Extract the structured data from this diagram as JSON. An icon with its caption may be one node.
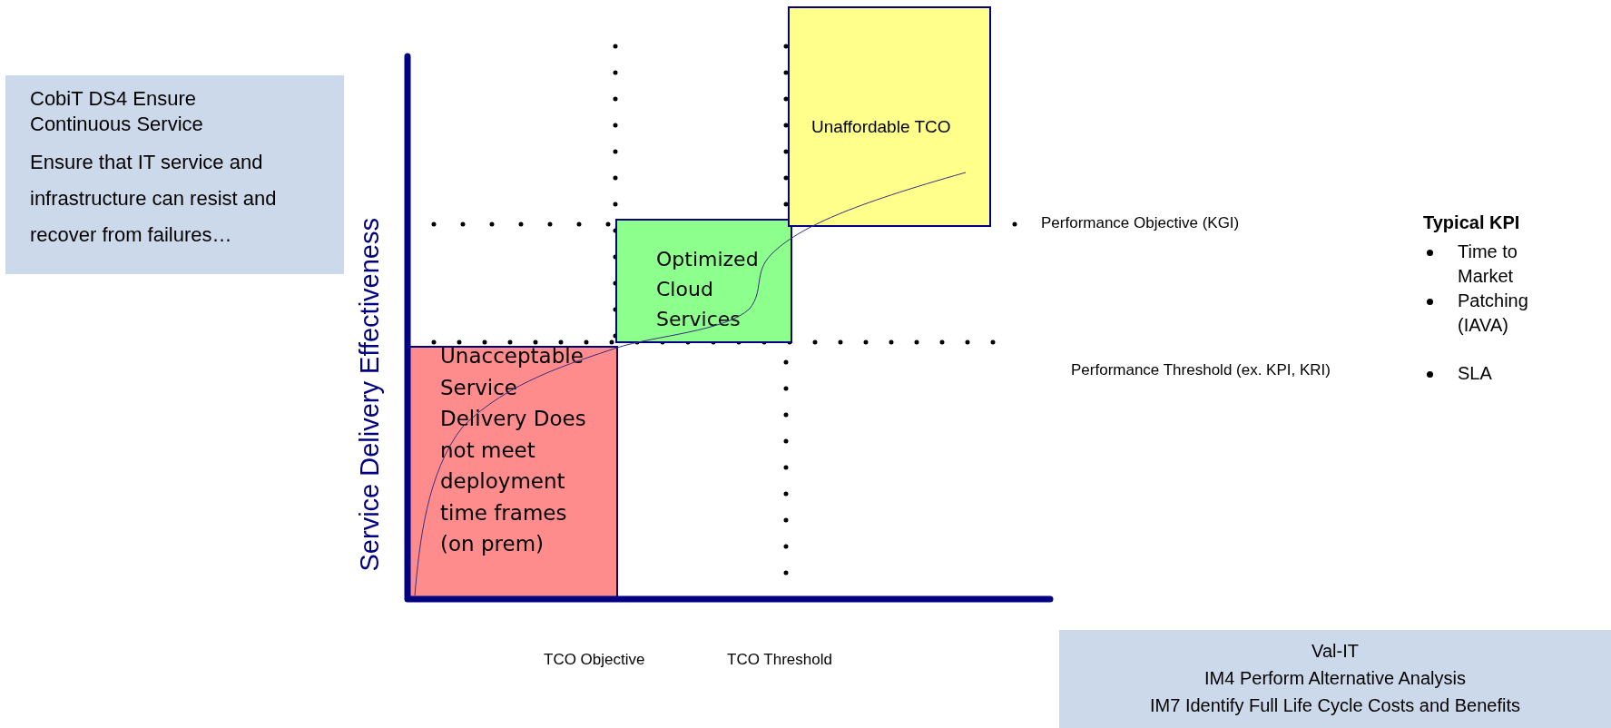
{
  "diagram": {
    "nodes": [
      {
        "text": [
          "CobiT DS4  Ensure Continuous Service",
          "Ensure that IT service and infrastructure can resist and recover from failures…"
        ]
      },
      {
        "text": [
          "Unacceptable Service Delivery Does not meet deployment time frames (on prem)"
        ]
      },
      {
        "text": [
          "Optimized Cloud Services"
        ]
      },
      {
        "text": [
          "Unaffordable TCO"
        ]
      },
      {
        "text": [
          "Val-IT",
          "IM4 Perform Alternative Analysis",
          "IM7 Identify Full Life Cycle Costs and Benefits"
        ]
      }
    ],
    "edges": [],
    "labels": [
      "Service Delivery Effectiveness",
      "Performance Objective  (KGI)",
      "Typical KPI",
      "Time to Market",
      "Patching (IAVA)",
      "Performance Threshold (ex. KPI, KRI)",
      "SLA",
      "TCO Objective",
      "TCO Threshold"
    ]
  }
}
